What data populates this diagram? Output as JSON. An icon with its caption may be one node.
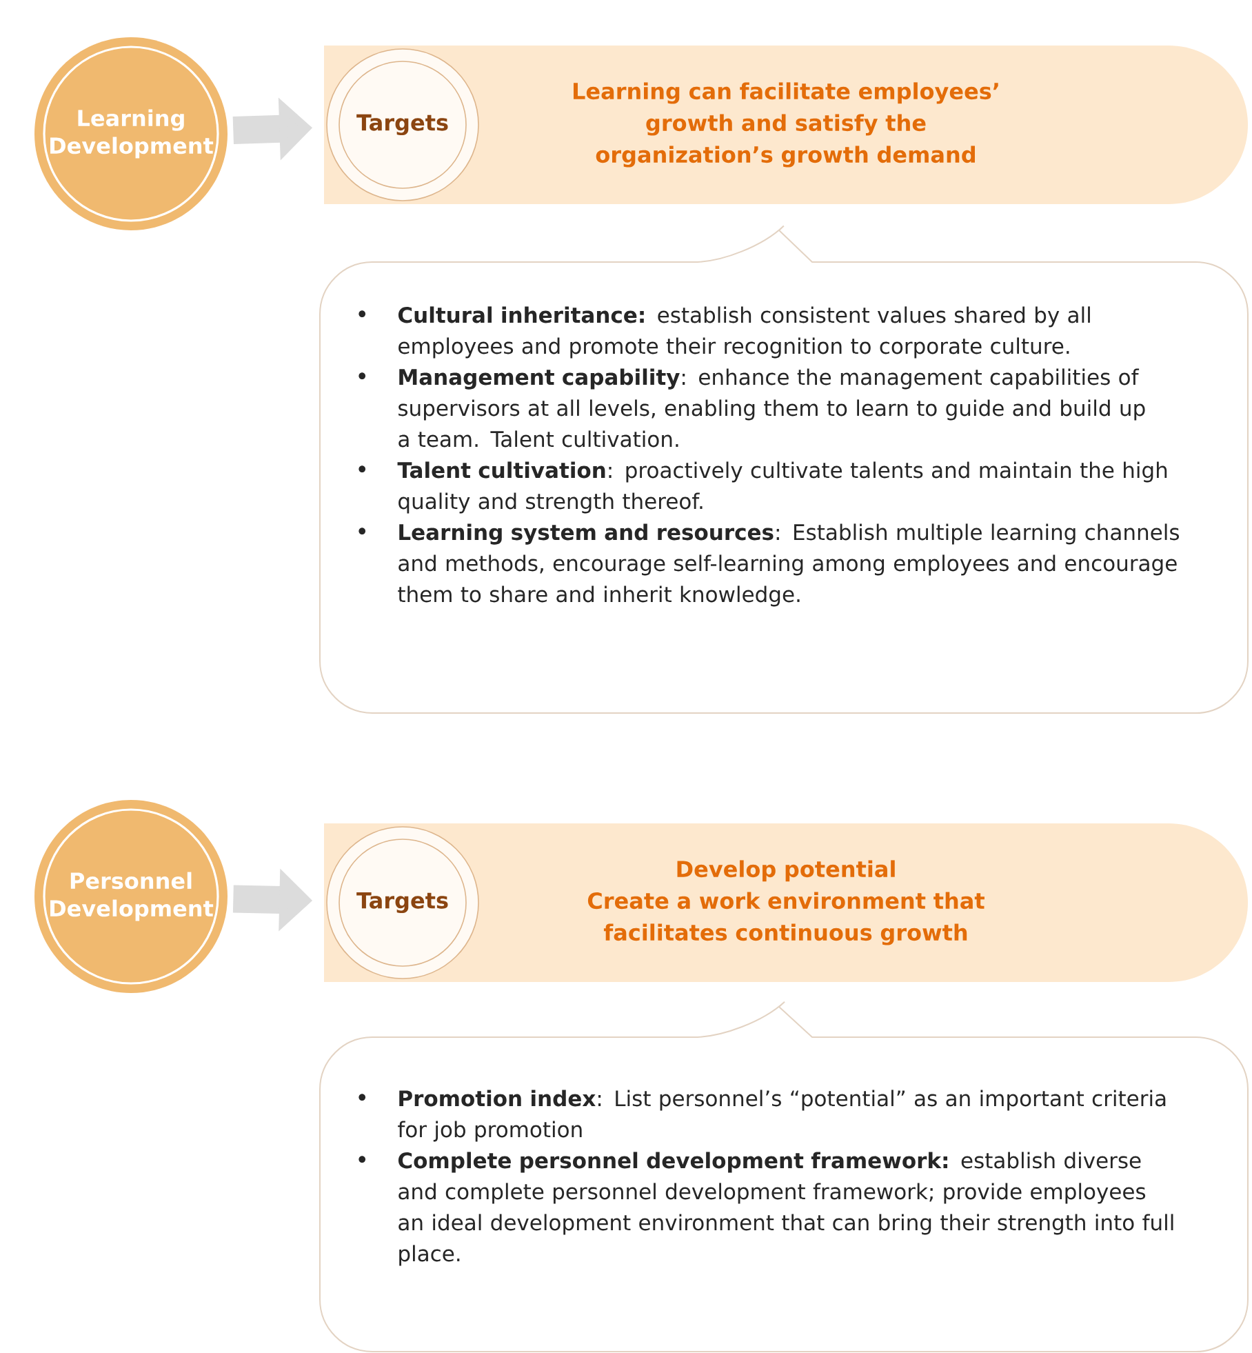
{
  "diagram": {
    "nodes": [
      {
        "text": [
          "Learning Development"
        ]
      },
      {
        "text": [
          "Learning can facilitate employees’ growth and satisfy the organization’s growth demand"
        ]
      },
      {
        "text": [
          "Targets"
        ],
        "in": 1
      },
      {
        "text": [
          "**Cultural inheritance:** establish consistent values shared by all employees and promote their recognition to corporate culture.",
          "**Management capability**: enhance the management capabilities of supervisors at all levels, enabling them to learn to guide and build up a team. Talent cultivation.",
          "**Talent cultivation**: proactively cultivate talents and maintain the high quality and strength thereof.",
          "**Learning system and resources**: Establish multiple learning channels and methods, encourage self-learning among employees and encourage them to share and inherit knowledge."
        ]
      },
      {
        "text": [
          "Personnel Development"
        ]
      },
      {
        "text": [
          "Develop potential",
          "Create a work environment that facilitates continuous growth"
        ]
      },
      {
        "text": [
          "Targets"
        ],
        "in": 5
      },
      {
        "text": [
          "**Promotion index**: List personnel’s “potential” as an important criteria for job promotion",
          "**Complete personnel development framework:** establish diverse and complete personnel development framework; provide employees an ideal development environment that can bring their strength into full place."
        ]
      }
    ],
    "edges": [
      {
        "from": 0,
        "to": 2,
        "arrow": "to"
      },
      {
        "from": 4,
        "to": 6,
        "arrow": "to"
      }
    ]
  }
}
